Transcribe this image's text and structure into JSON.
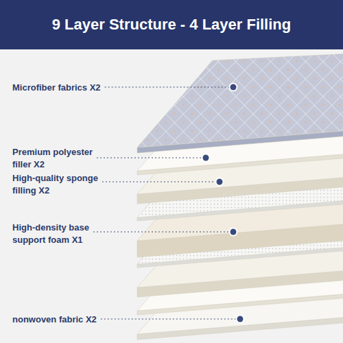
{
  "diagram": {
    "title": "9 Layer Structure - 4 Layer Filling",
    "labels": [
      "Microfiber fabrics X2",
      "Premium polyester filler X2",
      "High-quality sponge filling X2",
      "High-density base support foam X1",
      "nonwoven fabric X2"
    ]
  }
}
